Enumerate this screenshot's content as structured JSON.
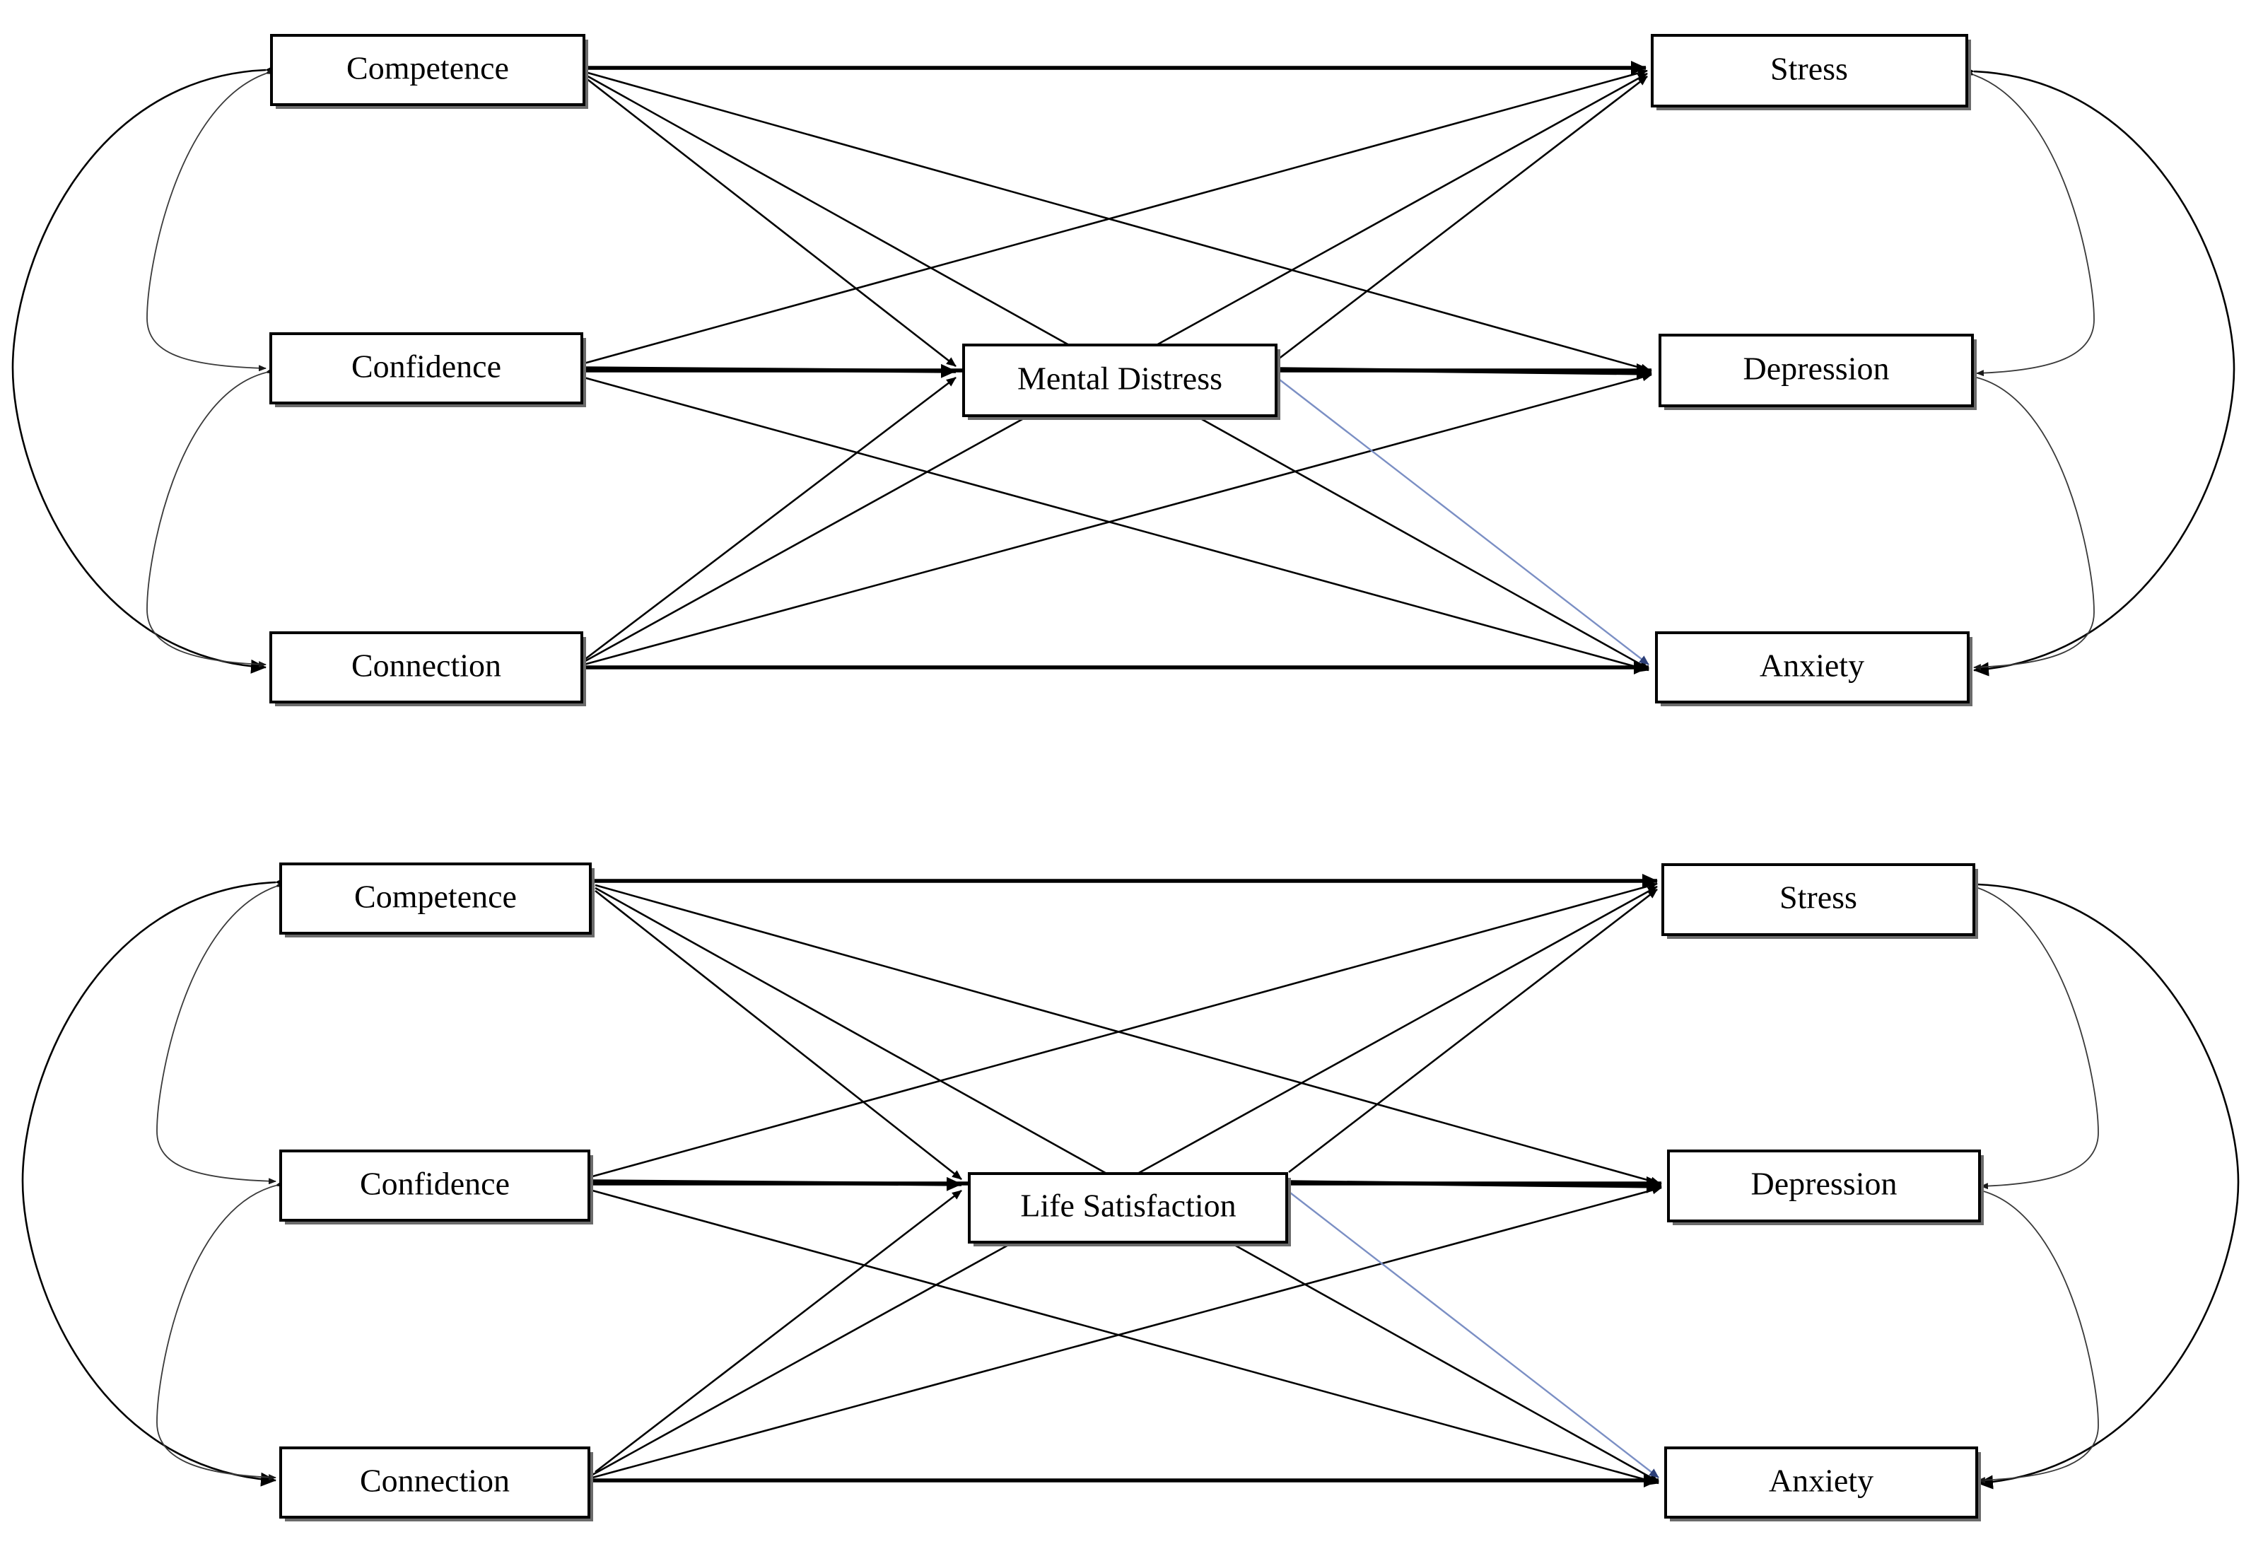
{
  "figure": {
    "type": "path-diagram",
    "description": "Two structural equation model path diagrams with identical predictor and outcome variables and a different mediator in each panel.",
    "panel_count": 2,
    "colors": {
      "node_fill": "#ffffff",
      "node_stroke": "#000000",
      "node_shadow": "#6b6b6b",
      "edge_default": "#000000",
      "edge_thin": "#3a3a3a",
      "edge_highlight_blue": "#7b8fc4",
      "background": "#ffffff"
    }
  },
  "panels": [
    {
      "id": "panel-mental-distress",
      "mediator": "Mental Distress",
      "predictors": [
        {
          "id": "competence",
          "label": "Competence"
        },
        {
          "id": "confidence",
          "label": "Confidence"
        },
        {
          "id": "connection",
          "label": "Connection"
        }
      ],
      "outcomes": [
        {
          "id": "stress",
          "label": "Stress"
        },
        {
          "id": "depression",
          "label": "Depression"
        },
        {
          "id": "anxiety",
          "label": "Anxiety"
        }
      ],
      "mediator_node": {
        "id": "mental-distress",
        "label": "Mental Distress"
      },
      "direct_paths": [
        {
          "from": "competence",
          "to": "stress"
        },
        {
          "from": "competence",
          "to": "depression"
        },
        {
          "from": "competence",
          "to": "anxiety"
        },
        {
          "from": "confidence",
          "to": "stress"
        },
        {
          "from": "confidence",
          "to": "depression"
        },
        {
          "from": "confidence",
          "to": "anxiety"
        },
        {
          "from": "connection",
          "to": "stress"
        },
        {
          "from": "connection",
          "to": "depression"
        },
        {
          "from": "connection",
          "to": "anxiety"
        }
      ],
      "mediated_paths": [
        {
          "from": "competence",
          "to": "mental-distress"
        },
        {
          "from": "confidence",
          "to": "mental-distress"
        },
        {
          "from": "connection",
          "to": "mental-distress"
        },
        {
          "from": "mental-distress",
          "to": "stress"
        },
        {
          "from": "mental-distress",
          "to": "depression"
        },
        {
          "from": "mental-distress",
          "to": "anxiety",
          "style": "blue"
        }
      ],
      "covariances": [
        {
          "between": [
            "competence",
            "confidence"
          ],
          "side": "left",
          "style": "thin"
        },
        {
          "between": [
            "confidence",
            "connection"
          ],
          "side": "left",
          "style": "thin"
        },
        {
          "between": [
            "competence",
            "connection"
          ],
          "side": "left",
          "style": "outer"
        },
        {
          "between": [
            "stress",
            "depression"
          ],
          "side": "right",
          "style": "thin"
        },
        {
          "between": [
            "depression",
            "anxiety"
          ],
          "side": "right",
          "style": "thin"
        },
        {
          "between": [
            "stress",
            "anxiety"
          ],
          "side": "right",
          "style": "outer"
        }
      ]
    },
    {
      "id": "panel-life-satisfaction",
      "mediator": "Life Satisfaction",
      "predictors": [
        {
          "id": "competence",
          "label": "Competence"
        },
        {
          "id": "confidence",
          "label": "Confidence"
        },
        {
          "id": "connection",
          "label": "Connection"
        }
      ],
      "outcomes": [
        {
          "id": "stress",
          "label": "Stress"
        },
        {
          "id": "depression",
          "label": "Depression"
        },
        {
          "id": "anxiety",
          "label": "Anxiety"
        }
      ],
      "mediator_node": {
        "id": "life-satisfaction",
        "label": "Life Satisfaction"
      },
      "direct_paths": [
        {
          "from": "competence",
          "to": "stress"
        },
        {
          "from": "competence",
          "to": "depression"
        },
        {
          "from": "competence",
          "to": "anxiety"
        },
        {
          "from": "confidence",
          "to": "stress"
        },
        {
          "from": "confidence",
          "to": "depression"
        },
        {
          "from": "confidence",
          "to": "anxiety"
        },
        {
          "from": "connection",
          "to": "stress"
        },
        {
          "from": "connection",
          "to": "depression"
        },
        {
          "from": "connection",
          "to": "anxiety"
        }
      ],
      "mediated_paths": [
        {
          "from": "competence",
          "to": "life-satisfaction"
        },
        {
          "from": "confidence",
          "to": "life-satisfaction"
        },
        {
          "from": "connection",
          "to": "life-satisfaction"
        },
        {
          "from": "life-satisfaction",
          "to": "stress"
        },
        {
          "from": "life-satisfaction",
          "to": "depression"
        },
        {
          "from": "life-satisfaction",
          "to": "anxiety",
          "style": "blue"
        }
      ],
      "covariances": [
        {
          "between": [
            "competence",
            "confidence"
          ],
          "side": "left",
          "style": "thin"
        },
        {
          "between": [
            "confidence",
            "connection"
          ],
          "side": "left",
          "style": "thin"
        },
        {
          "between": [
            "competence",
            "connection"
          ],
          "side": "left",
          "style": "outer"
        },
        {
          "between": [
            "stress",
            "depression"
          ],
          "side": "right",
          "style": "thin"
        },
        {
          "between": [
            "depression",
            "anxiety"
          ],
          "side": "right",
          "style": "thin"
        },
        {
          "between": [
            "stress",
            "anxiety"
          ],
          "side": "right",
          "style": "outer"
        }
      ]
    }
  ],
  "labels": {
    "top": {
      "competence": "Competence",
      "confidence": "Confidence",
      "connection": "Connection",
      "mediator": "Mental Distress",
      "stress": "Stress",
      "depression": "Depression",
      "anxiety": "Anxiety"
    },
    "bottom": {
      "competence": "Competence",
      "confidence": "Confidence",
      "connection": "Connection",
      "mediator": "Life Satisfaction",
      "stress": "Stress",
      "depression": "Depression",
      "anxiety": "Anxiety"
    }
  }
}
